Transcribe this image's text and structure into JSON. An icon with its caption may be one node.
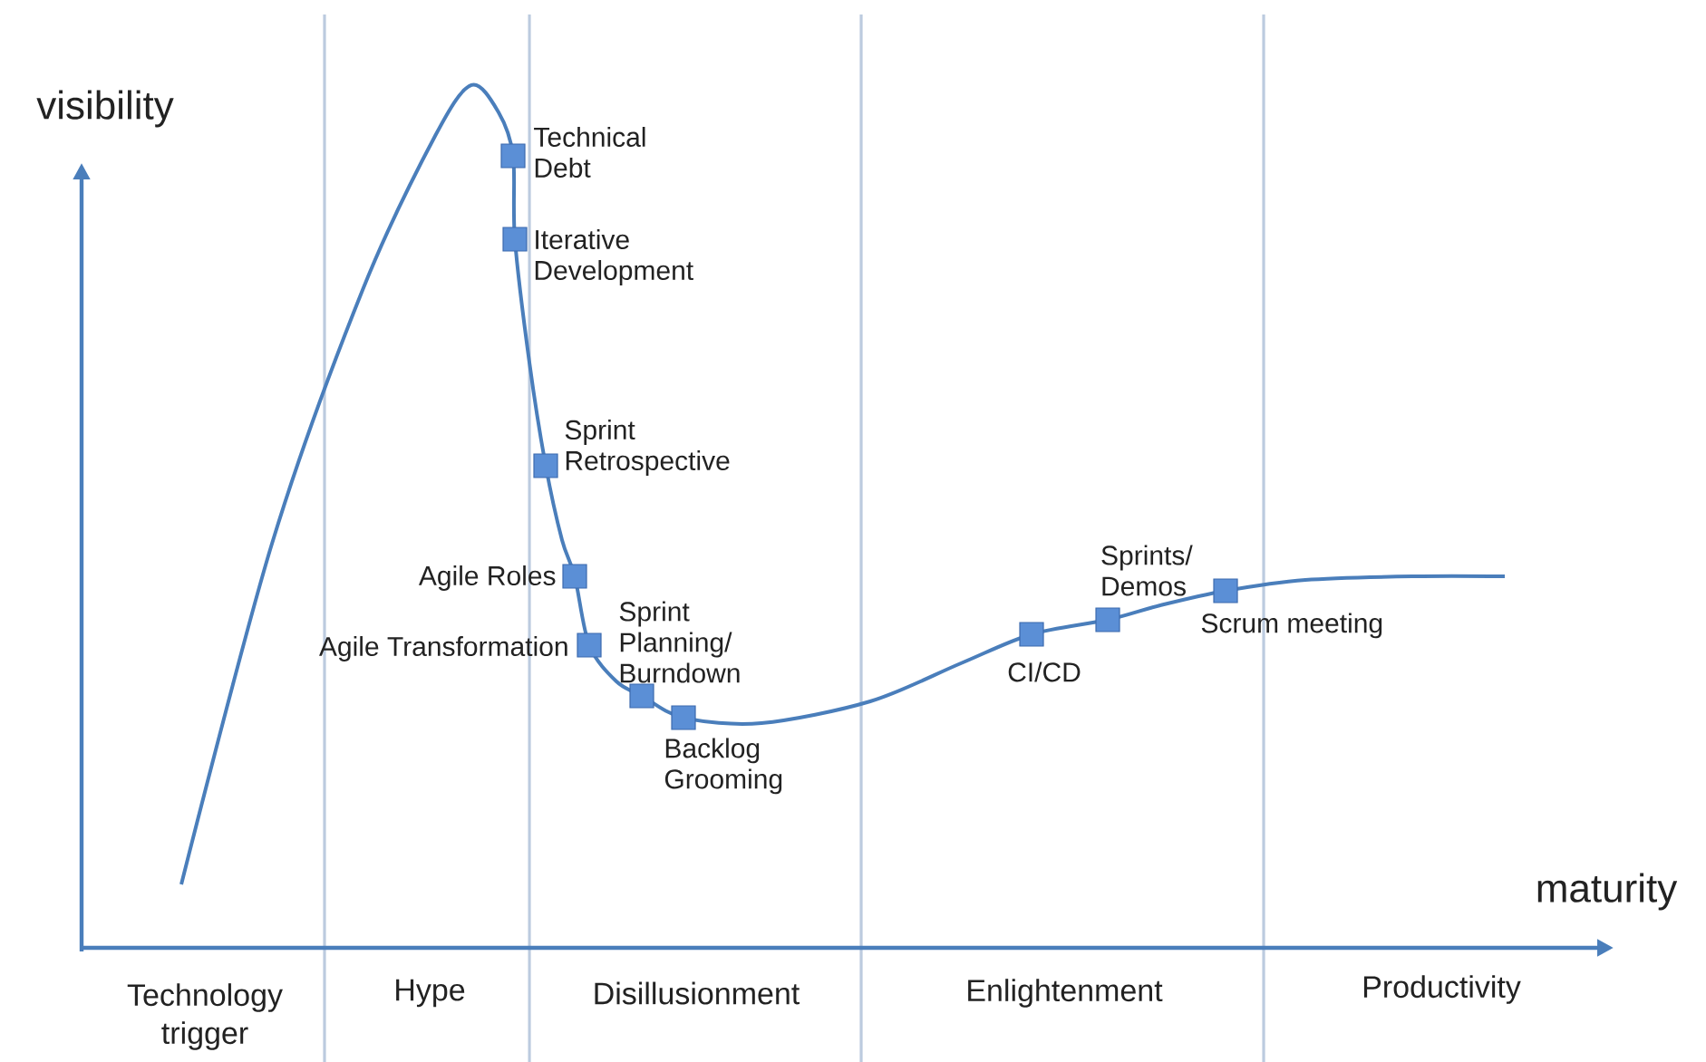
{
  "diagram": {
    "nodes": [
      {
        "text": [],
        "shape": "box",
        "beside": [
          "Technical Debt"
        ]
      },
      {
        "text": [],
        "shape": "box",
        "beside": [
          "Iterative Development"
        ]
      },
      {
        "text": [],
        "shape": "box",
        "beside": [
          "Sprint Retrospective"
        ]
      },
      {
        "text": [],
        "shape": "box",
        "beside": [
          "Agile Roles"
        ]
      },
      {
        "text": [],
        "shape": "box",
        "beside": [
          "Agile Transformation"
        ]
      },
      {
        "text": [],
        "shape": "box",
        "beside": [
          "Sprint Planning/ Burndown"
        ]
      },
      {
        "text": [],
        "shape": "box",
        "beside": [
          "Backlog Grooming"
        ]
      },
      {
        "text": [],
        "shape": "box",
        "beside": [
          "CI/CD"
        ]
      },
      {
        "text": [],
        "shape": "box",
        "beside": [
          "Sprints/ Demos"
        ]
      },
      {
        "text": [],
        "shape": "box",
        "beside": [
          "Scrum meeting"
        ]
      }
    ],
    "labels": [
      "visibility",
      "maturity",
      "Technology trigger",
      "Hype",
      "Disillusionment",
      "Enlightenment",
      "Productivity"
    ]
  }
}
